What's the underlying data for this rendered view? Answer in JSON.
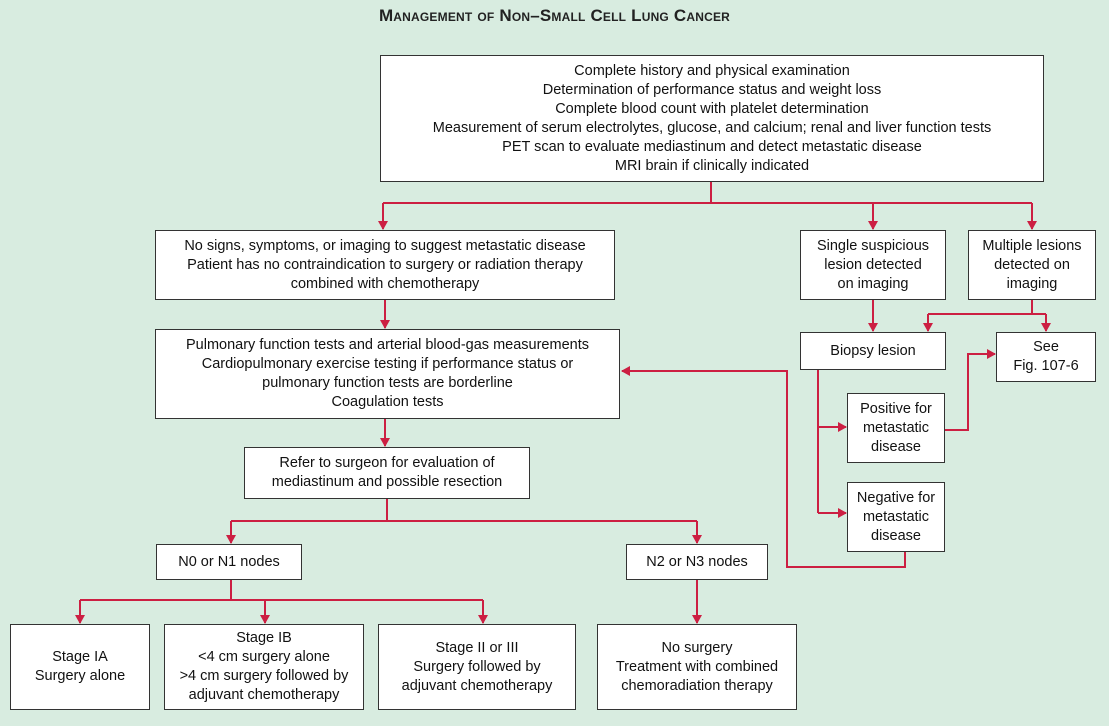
{
  "title": "Management of Non–Small Cell Lung Cancer",
  "colors": {
    "arrow": "#cc1f42",
    "background": "#d8ece0",
    "box_border": "#333333"
  },
  "boxes": {
    "initial_workup": "Complete history and physical examination\nDetermination of performance status and weight loss\nComplete blood count with platelet determination\nMeasurement of serum electrolytes, glucose, and calcium; renal and liver function tests\nPET scan to evaluate mediastinum and detect metastatic disease\nMRI brain if clinically indicated",
    "no_metastasis": "No signs, symptoms, or imaging to suggest metastatic disease\nPatient has no contraindication to surgery or radiation therapy\ncombined with chemotherapy",
    "single_lesion": "Single suspicious\nlesion detected\non imaging",
    "multiple_lesions": "Multiple lesions\ndetected on\nimaging",
    "pulmonary_tests": "Pulmonary function tests and arterial blood-gas measurements\nCardiopulmonary exercise testing if performance status or\npulmonary function tests are borderline\nCoagulation tests",
    "biopsy": "Biopsy lesion",
    "see_fig": "See\nFig. 107-6",
    "positive": "Positive for\nmetastatic\ndisease",
    "negative": "Negative for\nmetastatic\ndisease",
    "refer_surgeon": "Refer to surgeon for evaluation of\nmediastinum and possible resection",
    "n0_n1": "N0 or N1 nodes",
    "n2_n3": "N2 or N3 nodes",
    "stage_ia": "Stage IA\nSurgery alone",
    "stage_ib": "Stage IB\n<4 cm surgery alone\n>4 cm surgery followed by\nadjuvant chemotherapy",
    "stage_ii_iii": "Stage II or III\nSurgery followed by\nadjuvant chemotherapy",
    "no_surgery": "No surgery\nTreatment with combined\nchemoradiation therapy"
  }
}
